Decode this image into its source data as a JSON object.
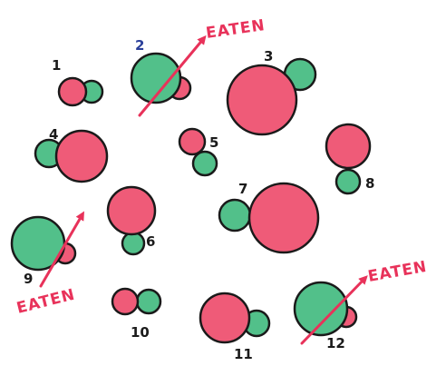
{
  "colors": {
    "pink": "#ef5b78",
    "green": "#52c08a",
    "outline": "#1a1a1a",
    "arrow": "#e8325a",
    "highlight_number": "#2a3f9a"
  },
  "eaten_label": "EATEN",
  "molecules": [
    {
      "id": "1",
      "eaten": false
    },
    {
      "id": "2",
      "eaten": true
    },
    {
      "id": "3",
      "eaten": false
    },
    {
      "id": "4",
      "eaten": false
    },
    {
      "id": "5",
      "eaten": false
    },
    {
      "id": "6",
      "eaten": false
    },
    {
      "id": "7",
      "eaten": false
    },
    {
      "id": "8",
      "eaten": false
    },
    {
      "id": "9",
      "eaten": true
    },
    {
      "id": "10",
      "eaten": false
    },
    {
      "id": "11",
      "eaten": false
    },
    {
      "id": "12",
      "eaten": true
    }
  ]
}
